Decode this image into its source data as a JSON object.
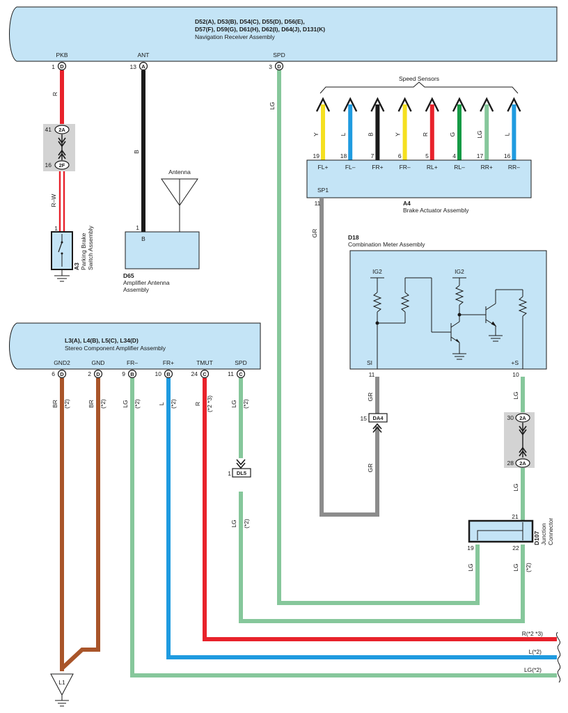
{
  "colors": {
    "panel_fill": "#c4e4f6",
    "R": "#e8222b",
    "B": "#1a1a1a",
    "L": "#1f9be0",
    "LG": "#86c79b",
    "Y": "#f5e020",
    "G": "#159a45",
    "GR": "#8c8c8c",
    "BR": "#a9552a"
  },
  "nav_receiver": {
    "codes_line1": "D52(A), D53(B), D54(C), D55(D), D56(E),",
    "codes_line2": "D57(F), D59(G), D61(H), D62(I), D64(J), D131(K)",
    "name": "Navigation Receiver Assembly",
    "pins": [
      {
        "label": "PKB",
        "num": "1",
        "conn": "D"
      },
      {
        "label": "ANT",
        "num": "13",
        "conn": "A"
      },
      {
        "label": "SPD",
        "num": "3",
        "conn": "D"
      }
    ]
  },
  "parking_brake": {
    "code": "A3",
    "name_line1": "Parking Brake",
    "name_line2": "Switch Assembly",
    "pin": "1",
    "wire_top": "R",
    "wire_bottom": "R–W",
    "connector_top": {
      "num": "41",
      "conn": "2A"
    },
    "connector_bottom": {
      "num": "16",
      "conn": "2F"
    }
  },
  "antenna": {
    "label": "Antenna",
    "wire": "B",
    "amp_code": "D65",
    "amp_name_line1": "Amplifier Antenna",
    "amp_name_line2": "Assembly",
    "amp_pin": "1",
    "amp_terminal": "B"
  },
  "speed_sensors": {
    "label": "Speed Sensors",
    "wires": [
      {
        "color": "Y",
        "num": "19",
        "term": "FL+"
      },
      {
        "color": "L",
        "num": "18",
        "term": "FL–"
      },
      {
        "color": "B",
        "num": "7",
        "term": "FR+"
      },
      {
        "color": "Y",
        "num": "6",
        "term": "FR–"
      },
      {
        "color": "R",
        "num": "5",
        "term": "RL+"
      },
      {
        "color": "G",
        "num": "4",
        "term": "RL–"
      },
      {
        "color": "LG",
        "num": "17",
        "term": "RR+"
      },
      {
        "color": "L",
        "num": "16",
        "term": "RR–"
      }
    ]
  },
  "brake_actuator": {
    "code": "A4",
    "name": "Brake Actuator Assembly",
    "sp1": "SP1",
    "sp1_pin": "11",
    "sp1_wire": "GR"
  },
  "spd_wire": "LG",
  "combination_meter": {
    "code": "D18",
    "name": "Combination Meter Assembly",
    "ig2_left": "IG2",
    "ig2_right": "IG2",
    "si": "SI",
    "si_pin": "11",
    "plus_s": "+S",
    "plus_s_pin": "10"
  },
  "da4": {
    "label": "DA4",
    "num": "15",
    "wire_above": "GR",
    "wire_below": "GR"
  },
  "right_connector": {
    "wire_above": "LG",
    "top": {
      "num": "30",
      "conn": "2A"
    },
    "bottom": {
      "num": "28",
      "conn": "2A"
    },
    "wire_below": "LG"
  },
  "junction": {
    "code": "D107",
    "name_line1": "Junction",
    "name_line2": "Connector",
    "pin_top": "21",
    "pin_left": "19",
    "pin_right": "22",
    "wire_left": "LG",
    "wire_right": "LG",
    "wire_right_note": "(*2)"
  },
  "stereo_amp": {
    "codes": "L3(A), L4(B), L5(C), L34(D)",
    "name": "Stereo Component Amplifier Assembly",
    "pins": [
      {
        "label": "GND2",
        "num": "6",
        "conn": "D",
        "color": "BR",
        "note": "(*2)"
      },
      {
        "label": "GND",
        "num": "2",
        "conn": "D",
        "color": "BR",
        "note": "(*2)"
      },
      {
        "label": "FR–",
        "num": "9",
        "conn": "B",
        "color": "LG",
        "note": "(*2)"
      },
      {
        "label": "FR+",
        "num": "10",
        "conn": "B",
        "color": "L",
        "note": "(*2)"
      },
      {
        "label": "TMUT",
        "num": "24",
        "conn": "C",
        "color": "R",
        "note": "(*2 *3)"
      },
      {
        "label": "SPD",
        "num": "11",
        "conn": "C",
        "color": "LG",
        "note": "(*2)"
      }
    ]
  },
  "dl5": {
    "label": "DL5",
    "num": "1",
    "wire_below": "LG",
    "note": "(*2)"
  },
  "ground_l1": "L1",
  "outputs": [
    {
      "label": "R(*2 *3)"
    },
    {
      "label": "L(*2)"
    },
    {
      "label": "LG(*2)"
    }
  ]
}
